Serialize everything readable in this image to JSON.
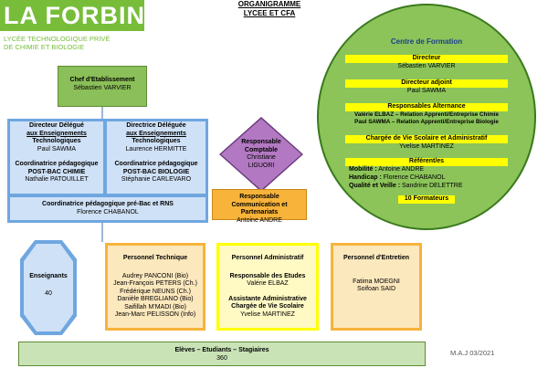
{
  "logo": {
    "name": "LA FORBINE",
    "sub1": "LYCÉE TECHNOLOGIQUE PRIVÉ",
    "sub2": "DE CHIMIE ET BIOLOGIE"
  },
  "title": {
    "line1": "ORGANIGRAMME",
    "line2": "LYCEE ET CFA"
  },
  "chef": {
    "title": "Chef d'Etablissement",
    "name": "Sébastien VARVIER"
  },
  "dir1": {
    "l1": "Directeur Délégué",
    "l2": "aux Enseignements",
    "l3": "Technologiques",
    "name": "Paul SAWMA"
  },
  "dir2": {
    "l1": "Directrice Déléguée",
    "l2": "aux Enseignements",
    "l3": "Technologiques",
    "name": "Laurence HERMITTE"
  },
  "coord1": {
    "l1": "Coordinatrice pédagogique",
    "l2": "POST-BAC CHIMIE",
    "name": "Nathalie PATOUILLET"
  },
  "coord2": {
    "l1": "Coordinatrice pédagogique",
    "l2": "POST-BAC BIOLOGIE",
    "name": "Stéphanie CARLEVARO"
  },
  "coord3": {
    "title": "Coordinatrice pédagogique pré-Bac et RNS",
    "name": "Florence CHABANOL"
  },
  "comptable": {
    "l1": "Responsable",
    "l2": "Comptable",
    "name1": "Christiane",
    "name2": "LIGUORI"
  },
  "communication": {
    "l1": "Responsable",
    "l2": "Communication et Partenariats",
    "name": "Antoine ANDRE"
  },
  "centre": {
    "title": "Centre de Formation",
    "directeur": {
      "title": "Directeur",
      "name": "Sébastien VARVIER"
    },
    "adjoint": {
      "title": "Directeur adjoint",
      "name": "Paul SAWMA"
    },
    "alternance": {
      "title": "Responsables Alternance",
      "l1": "Valérie ELBAZ – Relation Apprenti/Entreprise Chimie",
      "l2": "Paul SAWMA – Relation Apprenti/Entreprise Biologie"
    },
    "vie": {
      "title": "Chargée de Vie Scolaire et Administratif",
      "name": "Yvelise MARTINEZ"
    },
    "referents": {
      "title": "Référent/es",
      "mobilite_k": "Mobilité :",
      "mobilite_v": " Antoine ANDRE",
      "handicap_k": "Handicap :",
      "handicap_v": "  Florence CHABANOL",
      "qualite_k": "Qualité et Veille :",
      "qualite_v": " Sandrine DELETTRE"
    },
    "formateurs": "10 Formateurs"
  },
  "enseignants": {
    "title": "Enseignants",
    "count": "40"
  },
  "technique": {
    "title": "Personnel Technique",
    "names": [
      "Audrey PANCONI (Bio)",
      "Jean-François PETERS (Ch.)",
      "Frédérique NEUNS (Ch.)",
      "Danièle BREGLIANO (Bio)",
      "Saifillah M'MADI (Bio)",
      "Jean-Marc PELISSON (Info)"
    ]
  },
  "administratif": {
    "title": "Personnel Administratif",
    "r1": "Responsable des Etudes",
    "n1": "Valérie ELBAZ",
    "r2a": "Assistante Administrative",
    "r2b": "Chargée de Vie Scolaire",
    "n2": "Yvelise MARTINEZ"
  },
  "entretien": {
    "title": "Personnel d'Entretien",
    "names": [
      "Fatima MOEGNI",
      "Soifoan SAID"
    ]
  },
  "eleves": {
    "title": "Elèves – Etudiants – Stagiaires",
    "count": "360"
  },
  "footer": "M.A.J 03/2021",
  "colors": {
    "green": "#8bbf59",
    "blue": "#6fa6e0",
    "orange": "#f7b33a",
    "yellow": "#ffff00",
    "purple": "#b279c2"
  }
}
